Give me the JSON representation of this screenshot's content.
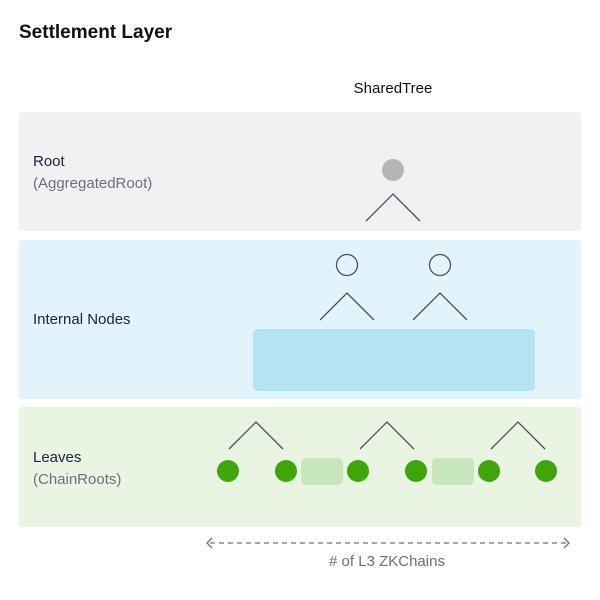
{
  "title": "Settlement Layer",
  "tree_title": "SharedTree",
  "levels": {
    "root": {
      "label": "Root",
      "sublabel": "(AggregatedRoot)"
    },
    "internal": {
      "label": "Internal Nodes"
    },
    "leaves": {
      "label": "Leaves",
      "sublabel": "(ChainRoots)"
    }
  },
  "axis_label": "# of L3 ZKChains",
  "colors": {
    "root_band": "#f1f1f3",
    "internal_band": "#e1f3fb",
    "leaves_band": "#eaf4e3",
    "root_node": "#b5b5b8",
    "leaf_node": "#3fa50a",
    "internal_block": "#b5e3f3",
    "leaf_block": "#c8e6bd",
    "edge": "#4a4f5a"
  }
}
